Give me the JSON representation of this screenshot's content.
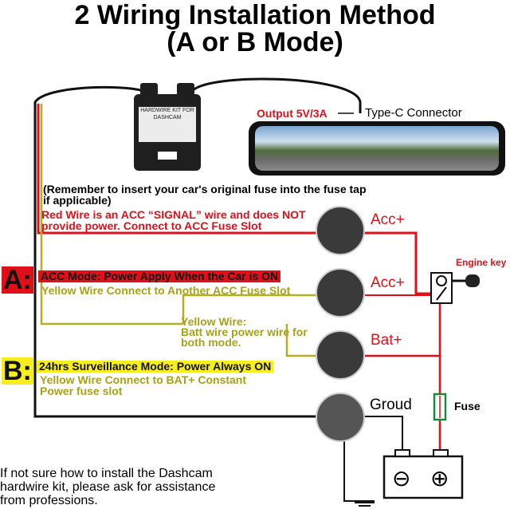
{
  "title": {
    "line1": "2 Wiring Installation Method",
    "line2": "(A or B Mode)"
  },
  "module": {
    "label": "HARDWIRE KIT FOR DASHCAM"
  },
  "output_label": "Output 5V/3A",
  "connector_label": "Type-C Connector",
  "fuse_reminder": {
    "line1": "(Remember to insert your car's original fuse into the fuse tap",
    "line2": "if applicable)"
  },
  "red_wire_note": {
    "line1": "Red Wire is an ACC “SIGNAL” wire and does NOT",
    "line2": "provide power. Connect to ACC Fuse Slot"
  },
  "mode_a": {
    "letter": "A:",
    "heading": "ACC Mode: Power Apply When the Car is ON",
    "yellow_note": "Yellow Wire Connect to Another ACC Fuse Slot"
  },
  "yellow_wire_note": {
    "line1": "Yellow Wire:",
    "line2": "Batt wire power wire for",
    "line3": "both mode."
  },
  "mode_b": {
    "letter": "B:",
    "heading": "24hrs Surveillance Mode: Power Always ON",
    "yellow_note_line1": "Yellow Wire Connect to BAT+ Constant",
    "yellow_note_line2": "Power fuse slot"
  },
  "terminals": {
    "acc1": "Acc+",
    "acc2": "Acc+",
    "bat": "Bat+",
    "ground": "Groud"
  },
  "engine_key_label": "Engine key",
  "fuse_label": "Fuse",
  "battery": {
    "minus": "⊖",
    "plus": "⊕"
  },
  "footer_note": {
    "line1": "If not sure how to install the Dashcam",
    "line2": "hardwire kit, please ask for assistance",
    "line3": "from professions."
  },
  "colors": {
    "red_wire": "#e0101a",
    "yellow_wire": "#a7a21a",
    "black_wire": "#111111",
    "mode_a_bg": "#e0101a",
    "mode_b_bg": "#f6ee1c",
    "fuse_green": "#1a8a3a"
  }
}
